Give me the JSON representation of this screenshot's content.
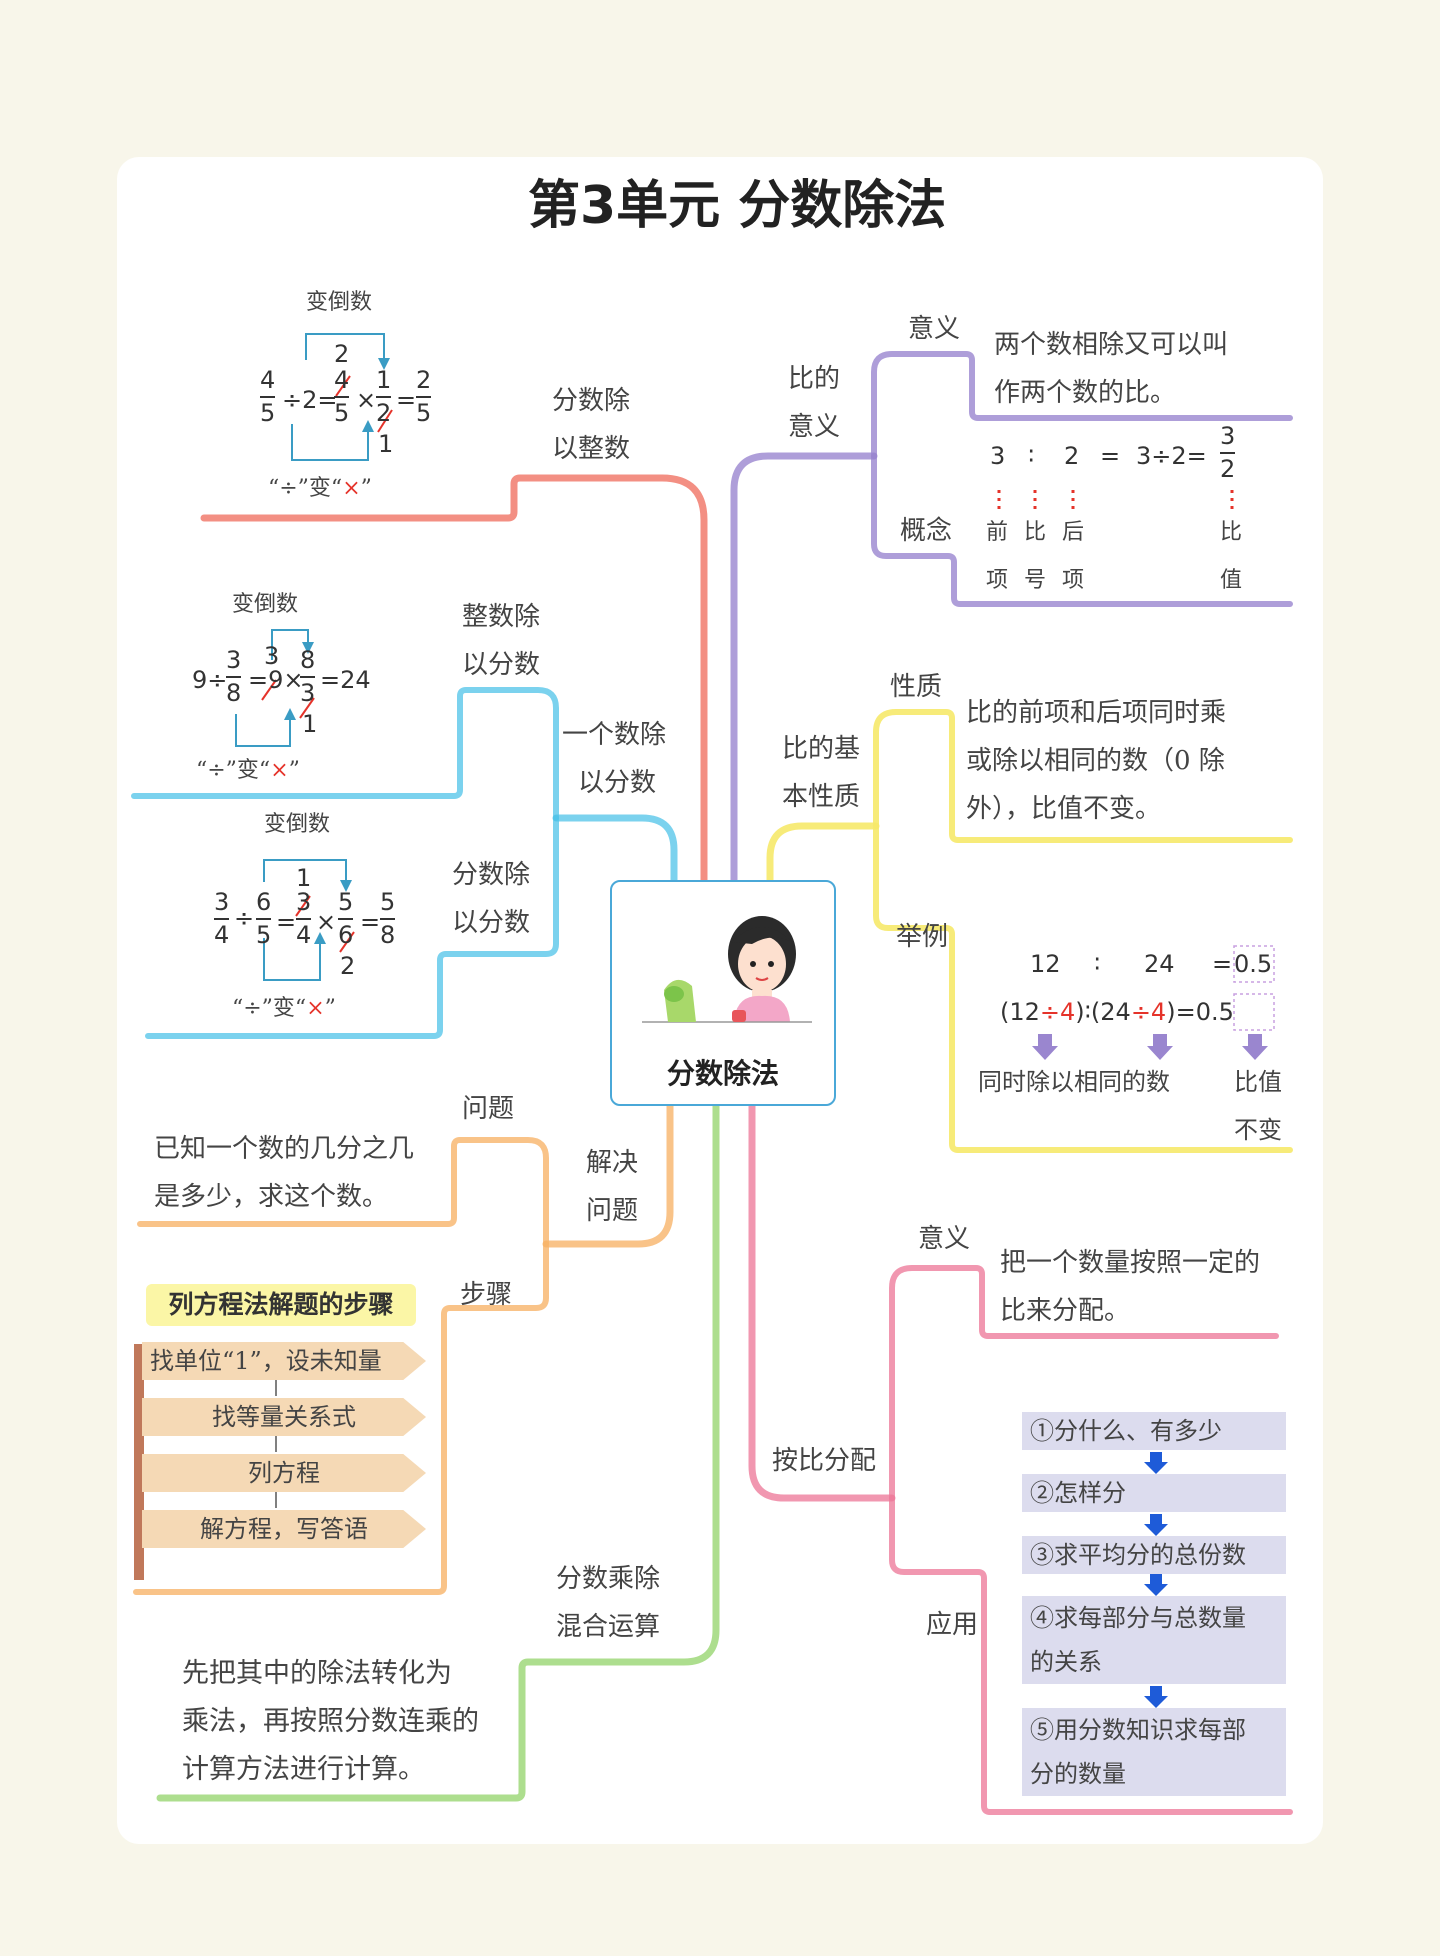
{
  "title": "第3单元 分数除法",
  "center": {
    "label": "分数除法"
  },
  "left": {
    "frac_div_int": {
      "branch": [
        "分数除",
        "以整数"
      ],
      "flip": "变倒数",
      "rule_pre": "“÷”变“",
      "rule_x": "×",
      "rule_post": "”",
      "n1": "4",
      "d1": "5",
      "op1": "÷2=",
      "n2a": "2",
      "n2": "4",
      "d2": "5",
      "op2": "×",
      "n3": "1",
      "d3": "2",
      "d3b": "1",
      "eq": "=",
      "n4": "2",
      "d4": "5"
    },
    "one_div_frac": {
      "branch": [
        "一个数除",
        "以分数"
      ]
    },
    "int_div_frac": {
      "branch": [
        "整数除",
        "以分数"
      ],
      "flip": "变倒数",
      "rule_pre": "“÷”变“",
      "rule_x": "×",
      "rule_post": "”",
      "lead": "9÷",
      "n1": "3",
      "d1": "8",
      "mid": "=9×",
      "n2a": "3",
      "n2": "8",
      "d2": "3",
      "d2b": "1",
      "tail": "=24"
    },
    "frac_div_frac": {
      "branch": [
        "分数除",
        "以分数"
      ],
      "flip": "变倒数",
      "rule_pre": "“÷”变“",
      "rule_x": "×",
      "rule_post": "”",
      "n1": "3",
      "d1": "4",
      "op1": "÷",
      "n2": "6",
      "d2": "5",
      "eq1": "=",
      "n3a": "1",
      "n3": "3",
      "d3": "4",
      "op2": "×",
      "n4": "5",
      "d4": "6",
      "d4b": "2",
      "eq2": "=",
      "n5": "5",
      "d5": "8"
    },
    "solve": {
      "branch": [
        "解决",
        "问题"
      ],
      "problem_label": "问题",
      "problem_text": [
        "已知一个数的几分之几",
        "是多少，求这个数。"
      ],
      "steps_label": "步骤",
      "badge": "列方程法解题的步骤",
      "steps": [
        "找单位“1”，设未知量",
        "找等量关系式",
        "列方程",
        "解方程，写答语"
      ]
    },
    "mixed": {
      "branch": [
        "分数乘除",
        "混合运算"
      ],
      "text": [
        "先把其中的除法转化为",
        "乘法，再按照分数连乘的",
        "计算方法进行计算。"
      ]
    }
  },
  "right": {
    "ratio_meaning": {
      "branch": [
        "比的",
        "意义"
      ],
      "meaning_label": "意义",
      "meaning_text": [
        "两个数相除又可以叫",
        "作两个数的比。"
      ],
      "concept_label": "概念",
      "expr": [
        "3",
        "∶",
        "2",
        "=",
        "3÷2="
      ],
      "frac_n": "3",
      "frac_d": "2",
      "parts": [
        [
          "前",
          "项"
        ],
        [
          "比",
          "号"
        ],
        [
          "后",
          "项"
        ],
        [
          "比",
          "值"
        ]
      ]
    },
    "ratio_property": {
      "branch": [
        "比的基",
        "本性质"
      ],
      "property_label": "性质",
      "property_text": [
        "比的前项和后项同时乘",
        "或除以相同的数（0 除",
        "外），比值不变。"
      ],
      "example_label": "举例",
      "row1": [
        "12",
        "∶",
        "24",
        "=",
        "0.5"
      ],
      "row2": [
        "(12",
        "÷4",
        ")∶(24",
        "÷4",
        ")=",
        "0.5"
      ],
      "note1": "同时除以相同的数",
      "note2": [
        "比值",
        "不变"
      ]
    },
    "allocation": {
      "branch": "按比分配",
      "meaning_label": "意义",
      "meaning_text": [
        "把一个数量按照一定的",
        "比来分配。"
      ],
      "apply_label": "应用",
      "steps": [
        "①分什么、有多少",
        "②怎样分",
        "③求平均分的总份数",
        "④求每部分与总数量",
        "的关系",
        "⑤用分数知识求每部",
        "分的数量"
      ]
    }
  },
  "colors": {
    "red": "#ef6a5a",
    "blue": "#4fc3e8",
    "orange": "#f7b46a",
    "green": "#9fd87a",
    "purple": "#9a86cf",
    "yellow": "#f6e96a",
    "pink": "#ee7d9c",
    "step_fill": "#f5d9b5",
    "alloc_fill": "#dcdcee",
    "badge_fill": "#fbf6a6",
    "arrow": "#1e5bd8"
  }
}
